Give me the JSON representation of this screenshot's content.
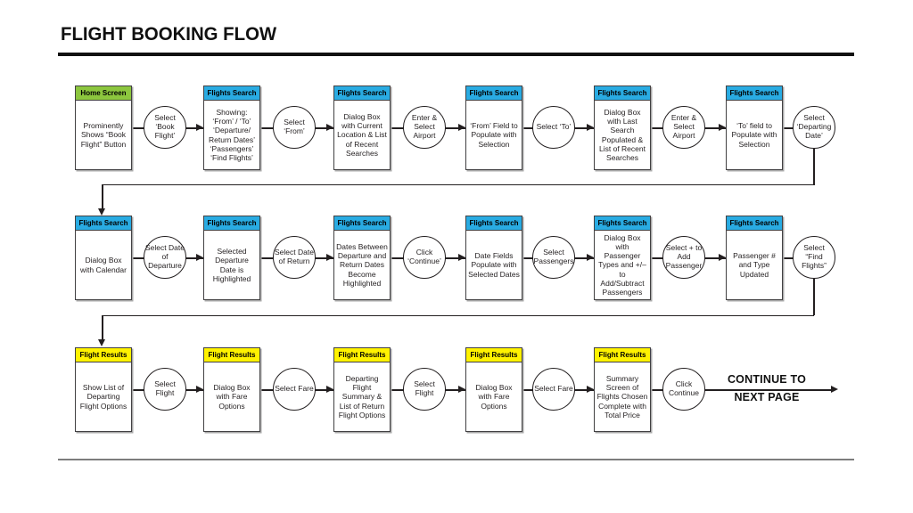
{
  "title": "FLIGHT BOOKING FLOW",
  "colors": {
    "home_screen": "#8CC63E",
    "flights_search": "#29ABE2",
    "flight_results": "#FFF200"
  },
  "end_label": {
    "line1": "CONTINUE TO",
    "line2": "NEXT PAGE"
  },
  "rows": [
    {
      "items": [
        {
          "type": "box",
          "variant": "home_screen",
          "header": "Home Screen",
          "body": "Prominently Shows “Book Flight” Button"
        },
        {
          "type": "circle",
          "label": "Select ‘Book Flight’"
        },
        {
          "type": "box",
          "variant": "flights_search",
          "header": "Flights Search",
          "body": "Showing: ‘From’ / ‘To’ ‘Departure/ Return Dates’ ‘Passengers’ ‘Find Flights’"
        },
        {
          "type": "circle",
          "label": "Select ‘From’"
        },
        {
          "type": "box",
          "variant": "flights_search",
          "header": "Flights Search",
          "body": "Dialog Box with Current Location & List of Recent Searches"
        },
        {
          "type": "circle",
          "label": "Enter & Select Airport"
        },
        {
          "type": "box",
          "variant": "flights_search",
          "header": "Flights Search",
          "body": "‘From’ Field to Populate with Selection"
        },
        {
          "type": "circle",
          "label": "Select ‘To’"
        },
        {
          "type": "box",
          "variant": "flights_search",
          "header": "Flights Search",
          "body": "Dialog Box with Last Search Populated & List of Recent Searches"
        },
        {
          "type": "circle",
          "label": "Enter & Select Airport"
        },
        {
          "type": "box",
          "variant": "flights_search",
          "header": "Flights Search",
          "body": "‘To’ field to Populate with Selection"
        },
        {
          "type": "circle",
          "label": "Select ‘Departing Date’"
        }
      ]
    },
    {
      "items": [
        {
          "type": "box",
          "variant": "flights_search",
          "header": "Flights Search",
          "body": "Dialog Box with Calendar"
        },
        {
          "type": "circle",
          "label": "Select Date of Departure"
        },
        {
          "type": "box",
          "variant": "flights_search",
          "header": "Flights Search",
          "body": "Selected Departure Date is Highlighted"
        },
        {
          "type": "circle",
          "label": "Select Date of Return"
        },
        {
          "type": "box",
          "variant": "flights_search",
          "header": "Flights Search",
          "body": "Dates Between Departure and Return Dates Become Highlighted"
        },
        {
          "type": "circle",
          "label": "Click ‘Continue’"
        },
        {
          "type": "box",
          "variant": "flights_search",
          "header": "Flights Search",
          "body": "Date Fields Populate with Selected Dates"
        },
        {
          "type": "circle",
          "label": "Select ‘Passengers’"
        },
        {
          "type": "box",
          "variant": "flights_search",
          "header": "Flights Search",
          "body": "Dialog Box with Passenger Types and +/– to Add/Subtract Passengers"
        },
        {
          "type": "circle",
          "label": "Select + to Add Passenger"
        },
        {
          "type": "box",
          "variant": "flights_search",
          "header": "Flights Search",
          "body": "Passenger # and Type Updated"
        },
        {
          "type": "circle",
          "label": "Select “Find Flights”"
        }
      ]
    },
    {
      "items": [
        {
          "type": "box",
          "variant": "flight_results",
          "header": "Flight Results",
          "body": "Show List of Departing Flight Options"
        },
        {
          "type": "circle",
          "label": "Select Flight"
        },
        {
          "type": "box",
          "variant": "flight_results",
          "header": "Flight Results",
          "body": "Dialog Box with Fare Options"
        },
        {
          "type": "circle",
          "label": "Select Fare"
        },
        {
          "type": "box",
          "variant": "flight_results",
          "header": "Flight Results",
          "body": "Departing Flight Summary & List of Return Flight Options"
        },
        {
          "type": "circle",
          "label": "Select Flight"
        },
        {
          "type": "box",
          "variant": "flight_results",
          "header": "Flight Results",
          "body": "Dialog Box with Fare Options"
        },
        {
          "type": "circle",
          "label": "Select Fare"
        },
        {
          "type": "box",
          "variant": "flight_results",
          "header": "Flight Results",
          "body": "Summary Screen of Flights Chosen Complete with Total Price"
        },
        {
          "type": "circle",
          "label": "Click Continue"
        }
      ]
    }
  ]
}
